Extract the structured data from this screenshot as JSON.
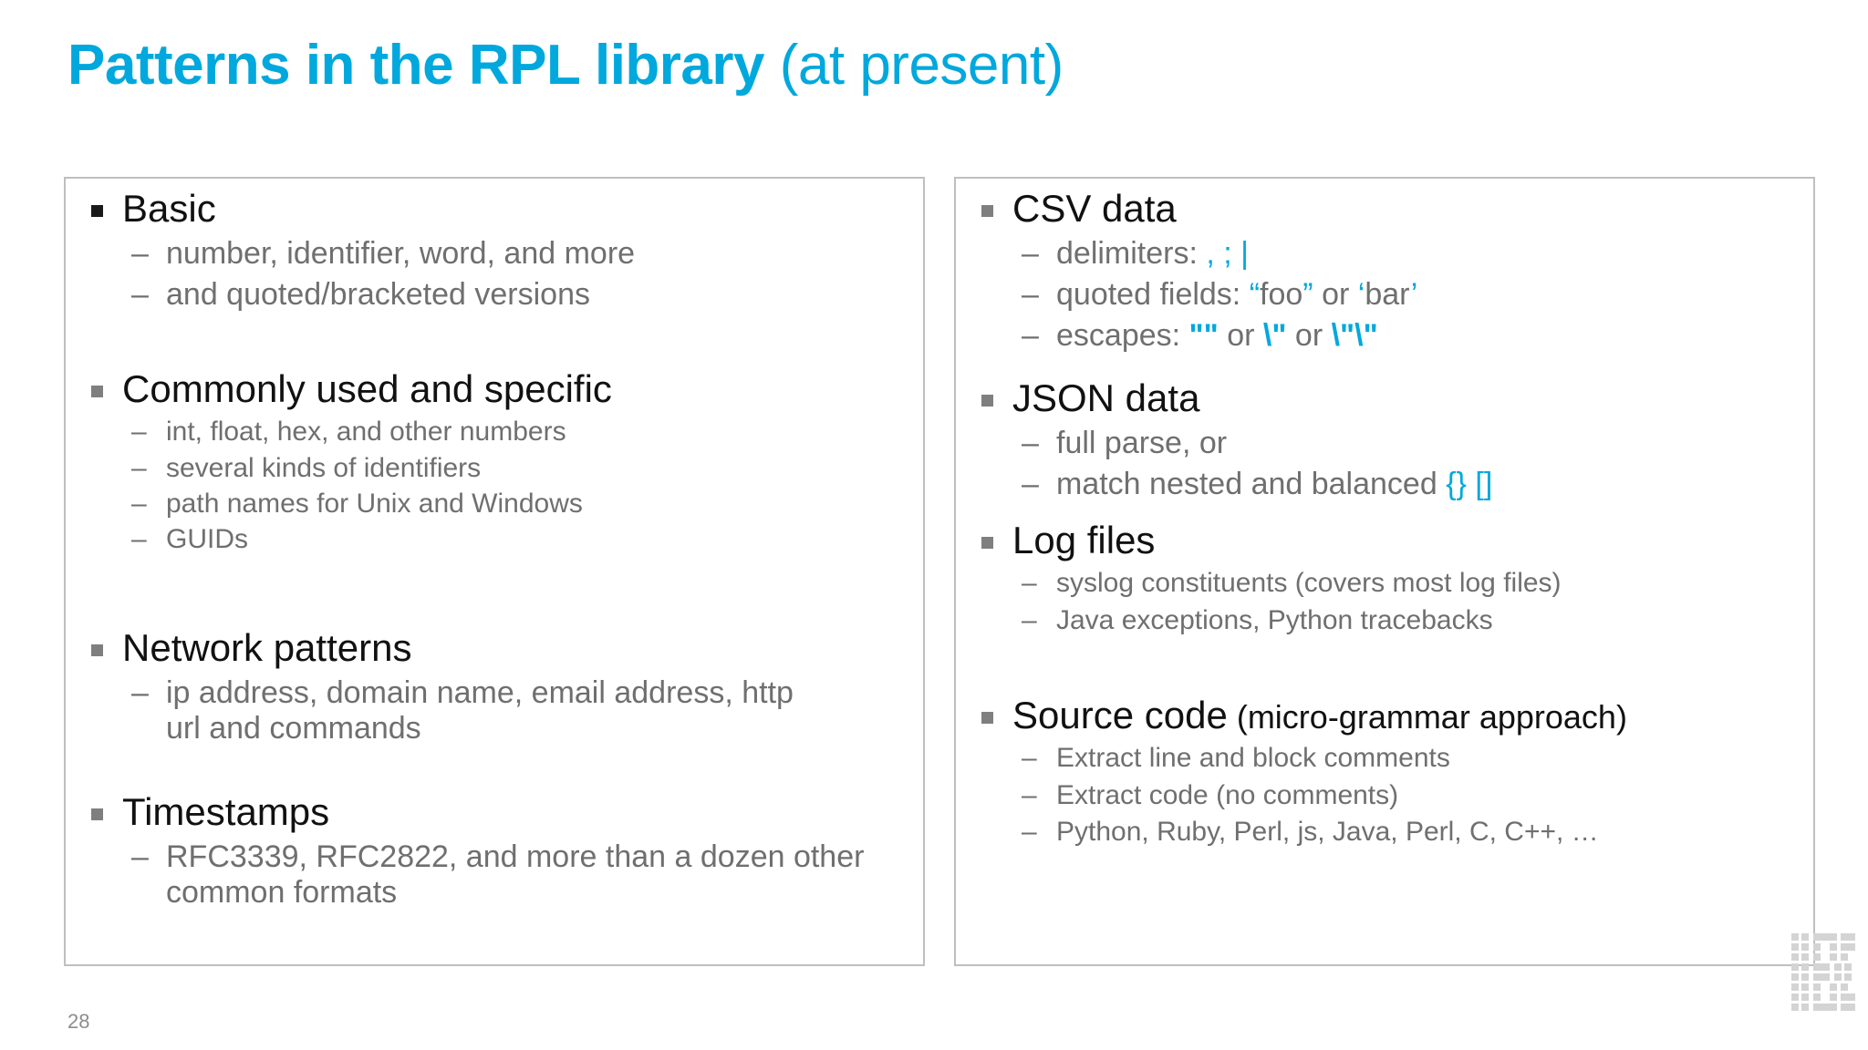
{
  "slide": {
    "title_bold": "Patterns in the RPL library",
    "title_light": " (at present)",
    "page_number": "28",
    "brand_logo": "ibm-logo",
    "accent_color": "#00a8dd",
    "heading_color": "#111111",
    "body_color": "#6f6f6f",
    "box_border_color": "#bfbfbf"
  },
  "left_column": {
    "groups": [
      {
        "heading": "Basic",
        "bullet": "square-black",
        "sub_size": "big",
        "items": [
          {
            "text": "number, identifier, word, and more"
          },
          {
            "text": "and quoted/bracketed versions"
          }
        ]
      },
      {
        "heading": "Commonly used and specific",
        "bullet": "square-gray",
        "sub_size": "small",
        "items": [
          {
            "text": "int, float, hex, and other numbers"
          },
          {
            "text": "several kinds of identifiers"
          },
          {
            "text": "path names for Unix and Windows"
          },
          {
            "text": "GUIDs"
          }
        ]
      },
      {
        "heading": "Network patterns",
        "bullet": "square-gray",
        "sub_size": "big",
        "items": [
          {
            "text": "ip address, domain name, email address, http url and commands"
          }
        ]
      },
      {
        "heading": "Timestamps",
        "bullet": "square-gray",
        "sub_size": "big",
        "items": [
          {
            "text": "RFC3339, RFC2822, and more than a dozen other common formats"
          }
        ]
      }
    ]
  },
  "right_column": {
    "groups": [
      {
        "heading": "CSV data",
        "bullet": "square-gray",
        "sub_size": "big",
        "items": [
          {
            "label": "delimiters: ",
            "code_parts": [
              ", ; |"
            ]
          },
          {
            "label": "quoted fields: ",
            "rich": "quoted-fields"
          },
          {
            "label": "escapes: ",
            "rich": "escapes"
          }
        ]
      },
      {
        "heading": "JSON data",
        "bullet": "square-gray",
        "sub_size": "big",
        "items": [
          {
            "text": "full parse, or"
          },
          {
            "label": "match nested and balanced ",
            "rich": "braces"
          }
        ]
      },
      {
        "heading": "Log files",
        "bullet": "square-gray",
        "sub_size": "small",
        "items": [
          {
            "text": "syslog constituents (covers most log files)"
          },
          {
            "text": "Java exceptions, Python tracebacks"
          }
        ]
      },
      {
        "heading": "Source code",
        "heading_suffix": " (micro-grammar approach)",
        "bullet": "square-gray",
        "sub_size": "small",
        "items": [
          {
            "text": "Extract line and block comments"
          },
          {
            "text": "Extract code (no comments)"
          },
          {
            "text": "Python, Ruby, Perl, js, Java, Perl, C, C++, …"
          }
        ]
      }
    ]
  },
  "inline_code": {
    "delimiters": ", ; |",
    "quoted_foo_open": "“",
    "quoted_foo_text": "foo",
    "quoted_foo_close": "”",
    "quoted_or": " or ",
    "quoted_bar_open": "‘",
    "quoted_bar_text": "bar",
    "quoted_bar_close": "’",
    "escape_1": "\"\"",
    "escape_or_1": " or ",
    "escape_2": "\\\"",
    "escape_or_2": " or ",
    "escape_3": "\\\"\\\"",
    "brace_curly": "{}",
    "brace_square": "[]"
  }
}
